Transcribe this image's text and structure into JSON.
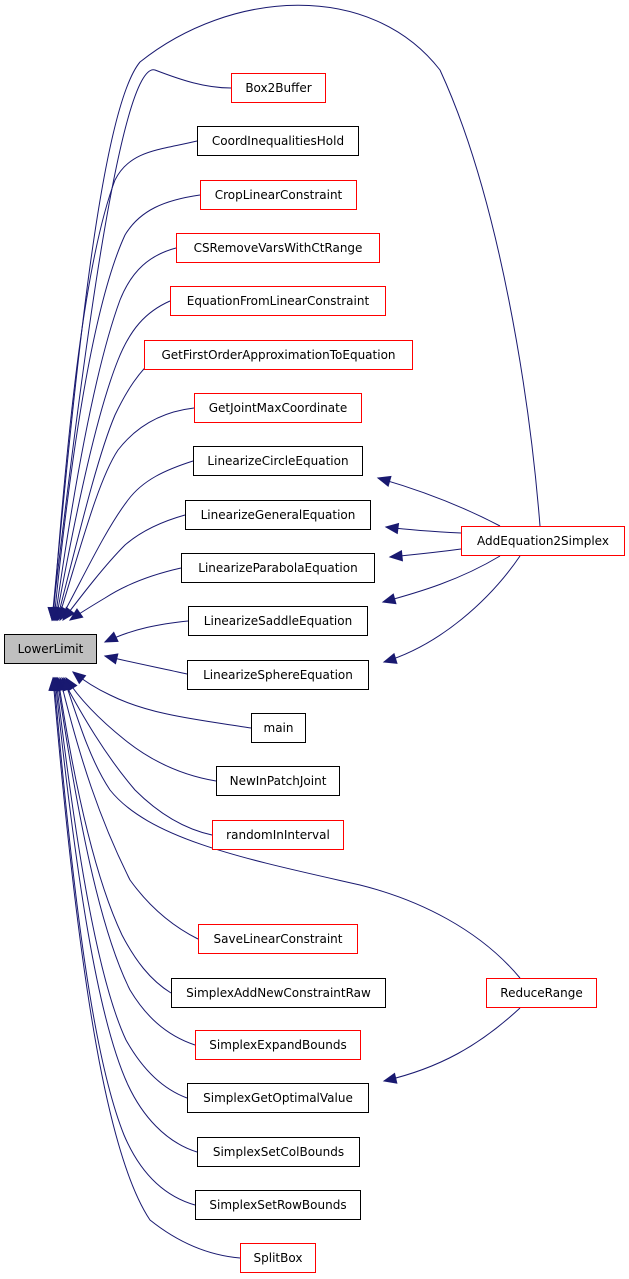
{
  "root": {
    "id": "LowerLimit",
    "label": "LowerLimit"
  },
  "nodes": [
    {
      "id": "Box2Buffer",
      "label": "Box2Buffer",
      "border": "red"
    },
    {
      "id": "CoordInequalitiesHold",
      "label": "CoordInequalitiesHold",
      "border": "black"
    },
    {
      "id": "CropLinearConstraint",
      "label": "CropLinearConstraint",
      "border": "red"
    },
    {
      "id": "CSRemoveVarsWithCtRange",
      "label": "CSRemoveVarsWithCtRange",
      "border": "red"
    },
    {
      "id": "EquationFromLinearConstraint",
      "label": "EquationFromLinearConstraint",
      "border": "red"
    },
    {
      "id": "GetFirstOrderApproximationToEquation",
      "label": "GetFirstOrderApproximationToEquation",
      "border": "red"
    },
    {
      "id": "GetJointMaxCoordinate",
      "label": "GetJointMaxCoordinate",
      "border": "red"
    },
    {
      "id": "LinearizeCircleEquation",
      "label": "LinearizeCircleEquation",
      "border": "black"
    },
    {
      "id": "LinearizeGeneralEquation",
      "label": "LinearizeGeneralEquation",
      "border": "black"
    },
    {
      "id": "LinearizeParabolaEquation",
      "label": "LinearizeParabolaEquation",
      "border": "black"
    },
    {
      "id": "LinearizeSaddleEquation",
      "label": "LinearizeSaddleEquation",
      "border": "black"
    },
    {
      "id": "LinearizeSphereEquation",
      "label": "LinearizeSphereEquation",
      "border": "black"
    },
    {
      "id": "main",
      "label": "main",
      "border": "black"
    },
    {
      "id": "NewInPatchJoint",
      "label": "NewInPatchJoint",
      "border": "black"
    },
    {
      "id": "randomInInterval",
      "label": "randomInInterval",
      "border": "red"
    },
    {
      "id": "SaveLinearConstraint",
      "label": "SaveLinearConstraint",
      "border": "red"
    },
    {
      "id": "SimplexAddNewConstraintRaw",
      "label": "SimplexAddNewConstraintRaw",
      "border": "black"
    },
    {
      "id": "SimplexExpandBounds",
      "label": "SimplexExpandBounds",
      "border": "red"
    },
    {
      "id": "SimplexGetOptimalValue",
      "label": "SimplexGetOptimalValue",
      "border": "black"
    },
    {
      "id": "SimplexSetColBounds",
      "label": "SimplexSetColBounds",
      "border": "black"
    },
    {
      "id": "SimplexSetRowBounds",
      "label": "SimplexSetRowBounds",
      "border": "black"
    },
    {
      "id": "SplitBox",
      "label": "SplitBox",
      "border": "red"
    },
    {
      "id": "AddEquation2Simplex",
      "label": "AddEquation2Simplex",
      "border": "red"
    },
    {
      "id": "ReduceRange",
      "label": "ReduceRange",
      "border": "red"
    }
  ],
  "edges": [
    {
      "from": "Box2Buffer",
      "to": "LowerLimit"
    },
    {
      "from": "CoordInequalitiesHold",
      "to": "LowerLimit"
    },
    {
      "from": "CropLinearConstraint",
      "to": "LowerLimit"
    },
    {
      "from": "CSRemoveVarsWithCtRange",
      "to": "LowerLimit"
    },
    {
      "from": "EquationFromLinearConstraint",
      "to": "LowerLimit"
    },
    {
      "from": "GetFirstOrderApproximationToEquation",
      "to": "LowerLimit"
    },
    {
      "from": "GetJointMaxCoordinate",
      "to": "LowerLimit"
    },
    {
      "from": "LinearizeCircleEquation",
      "to": "LowerLimit"
    },
    {
      "from": "LinearizeGeneralEquation",
      "to": "LowerLimit"
    },
    {
      "from": "LinearizeParabolaEquation",
      "to": "LowerLimit"
    },
    {
      "from": "LinearizeSaddleEquation",
      "to": "LowerLimit"
    },
    {
      "from": "LinearizeSphereEquation",
      "to": "LowerLimit"
    },
    {
      "from": "main",
      "to": "LowerLimit"
    },
    {
      "from": "NewInPatchJoint",
      "to": "LowerLimit"
    },
    {
      "from": "randomInInterval",
      "to": "LowerLimit"
    },
    {
      "from": "SaveLinearConstraint",
      "to": "LowerLimit"
    },
    {
      "from": "SimplexAddNewConstraintRaw",
      "to": "LowerLimit"
    },
    {
      "from": "SimplexExpandBounds",
      "to": "LowerLimit"
    },
    {
      "from": "SimplexGetOptimalValue",
      "to": "LowerLimit"
    },
    {
      "from": "SimplexSetColBounds",
      "to": "LowerLimit"
    },
    {
      "from": "SimplexSetRowBounds",
      "to": "LowerLimit"
    },
    {
      "from": "SplitBox",
      "to": "LowerLimit"
    },
    {
      "from": "AddEquation2Simplex",
      "to": "LowerLimit"
    },
    {
      "from": "ReduceRange",
      "to": "LowerLimit"
    },
    {
      "from": "AddEquation2Simplex",
      "to": "LinearizeCircleEquation"
    },
    {
      "from": "AddEquation2Simplex",
      "to": "LinearizeGeneralEquation"
    },
    {
      "from": "AddEquation2Simplex",
      "to": "LinearizeParabolaEquation"
    },
    {
      "from": "AddEquation2Simplex",
      "to": "LinearizeSaddleEquation"
    },
    {
      "from": "AddEquation2Simplex",
      "to": "LinearizeSphereEquation"
    },
    {
      "from": "ReduceRange",
      "to": "SimplexGetOptimalValue"
    }
  ],
  "colors": {
    "edge": "#191970",
    "root_fill": "#bfbfbf",
    "red_border": "#ff0000",
    "black_border": "#000000"
  }
}
